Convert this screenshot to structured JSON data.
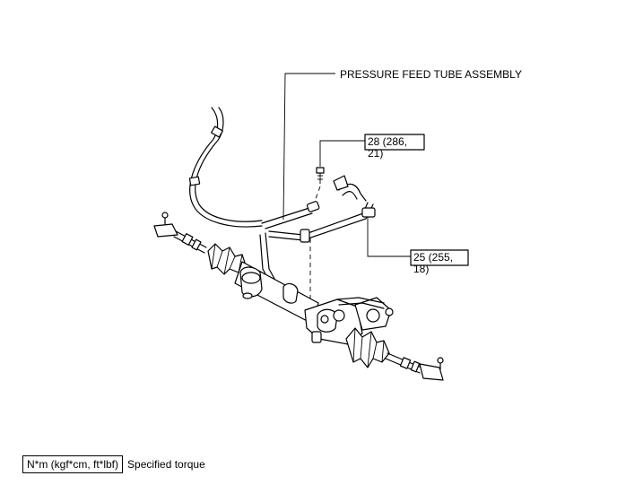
{
  "callouts": {
    "assembly": "PRESSURE FEED TUBE ASSEMBLY",
    "torque_upper_line1": "28 (286,",
    "torque_upper_line2": "21)",
    "torque_lower_line1": "25 (255,",
    "torque_lower_line2": "18)"
  },
  "legend": {
    "unit": "N*m (kgf*cm, ft*lbf)",
    "description": "Specified torque"
  }
}
